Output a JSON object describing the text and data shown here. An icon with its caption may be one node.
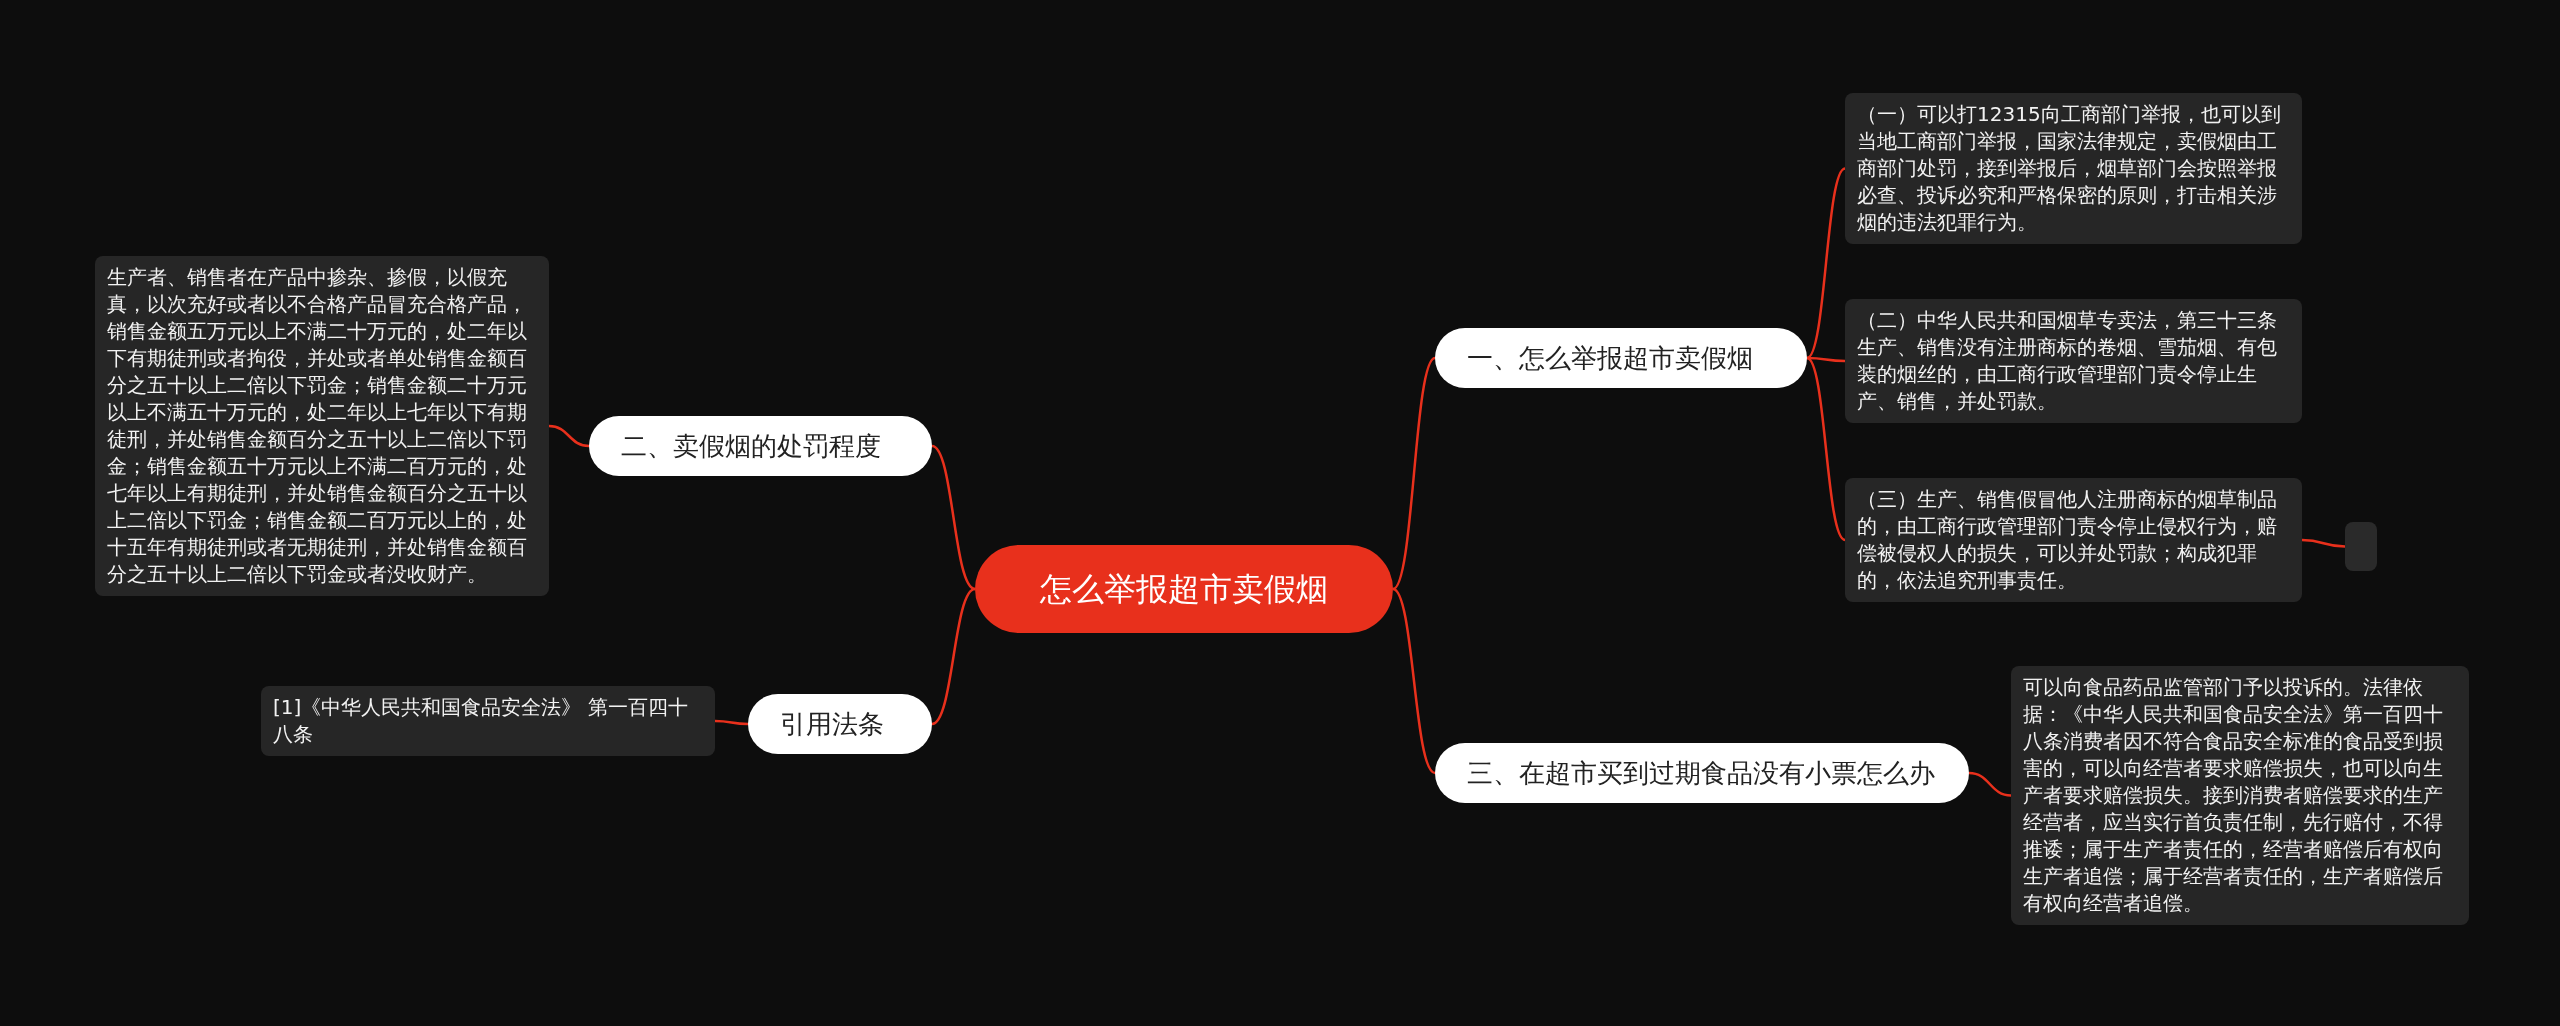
{
  "diagram": {
    "nodes": [
      {
        "text": [
          "怎么举报超市卖假烟"
        ]
      },
      {
        "text": [
          "一、怎么举报超市卖假烟"
        ]
      },
      {
        "text": [
          "（一）可以打12315向工商部门举报，也可以到当地工商部门举报，国家法律规定，卖假烟由工商部门处罚，接到举报后，烟草部门会按照举报必查、投诉必究和严格保密的原则，打击相关涉烟的违法犯罪行为。"
        ]
      },
      {
        "text": [
          "（二）中华人民共和国烟草专卖法，第三十三条生产、销售没有注册商标的卷烟、雪茄烟、有包装的烟丝的，由工商行政管理部门责令停止生产、销售，并处罚款。"
        ]
      },
      {
        "text": [
          "（三）生产、销售假冒他人注册商标的烟草制品的，由工商行政管理部门责令停止侵权行为，赔偿被侵权人的损失，可以并处罚款；构成犯罪的，依法追究刑事责任。"
        ]
      },
      {
        "text": [],
        "shape": "box"
      },
      {
        "text": [
          "二、卖假烟的处罚程度"
        ]
      },
      {
        "text": [
          "生产者、销售者在产品中掺杂、掺假，以假充真，以次充好或者以不合格产品冒充合格产品，销售金额五万元以上不满二十万元的，处二年以下有期徒刑或者拘役，并处或者单处销售金额百分之五十以上二倍以下罚金；销售金额二十万元以上不满五十万元的，处二年以上七年以下有期徒刑，并处销售金额百分之五十以上二倍以下罚金；销售金额五十万元以上不满二百万元的，处七年以上有期徒刑，并处销售金额百分之五十以上二倍以下罚金；销售金额二百万元以上的，处十五年有期徒刑或者无期徒刑，并处销售金额百分之五十以上二倍以下罚金或者没收财产。"
        ]
      },
      {
        "text": [
          "引用法条"
        ]
      },
      {
        "text": [
          "[1]《中华人民共和国食品安全法》 第一百四十八条"
        ]
      },
      {
        "text": [
          "三、在超市买到过期食品没有小票怎么办"
        ]
      },
      {
        "text": [
          "可以向食品药品监管部门予以投诉的。法律依据：《中华人民共和国食品安全法》第一百四十八条消费者因不符合食品安全标准的食品受到损害的，可以向经营者要求赔偿损失，也可以向生产者要求赔偿损失。接到消费者赔偿要求的生产经营者，应当实行首负责任制，先行赔付，不得推诿；属于生产者责任的，经营者赔偿后有权向生产者追偿；属于经营者责任的，生产者赔偿后有权向经营者追偿。"
        ]
      }
    ],
    "edges": [
      {
        "from": 0,
        "to": 1,
        "arrow": "none"
      },
      {
        "from": 1,
        "to": 2,
        "arrow": "none"
      },
      {
        "from": 1,
        "to": 3,
        "arrow": "none"
      },
      {
        "from": 1,
        "to": 4,
        "arrow": "none"
      },
      {
        "from": 4,
        "to": 5,
        "arrow": "none"
      },
      {
        "from": 0,
        "to": 6,
        "arrow": "none"
      },
      {
        "from": 6,
        "to": 7,
        "arrow": "none"
      },
      {
        "from": 0,
        "to": 8,
        "arrow": "none"
      },
      {
        "from": 8,
        "to": 9,
        "arrow": "none"
      },
      {
        "from": 0,
        "to": 10,
        "arrow": "none"
      },
      {
        "from": 10,
        "to": 11,
        "arrow": "none"
      }
    ]
  }
}
